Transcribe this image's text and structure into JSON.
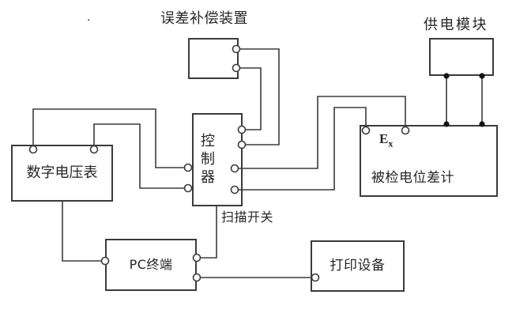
{
  "colors": {
    "line": "#3b3b3b",
    "text": "#262626",
    "background": "#ffffff"
  },
  "nodes": {
    "error_compensation": {
      "label": "误差补偿装置"
    },
    "power_supply": {
      "label": "供电模块"
    },
    "digital_voltmeter": {
      "label": "数字电压表"
    },
    "controller": {
      "label": "控制器"
    },
    "scan_switch": {
      "label": "扫描开关"
    },
    "potentiometer": {
      "label": "被检电位差计",
      "emf_base": "E",
      "emf_sub": "x"
    },
    "pc_terminal": {
      "label": "PC终端"
    },
    "printer": {
      "label": "打印设备"
    }
  },
  "stray_mark": "."
}
